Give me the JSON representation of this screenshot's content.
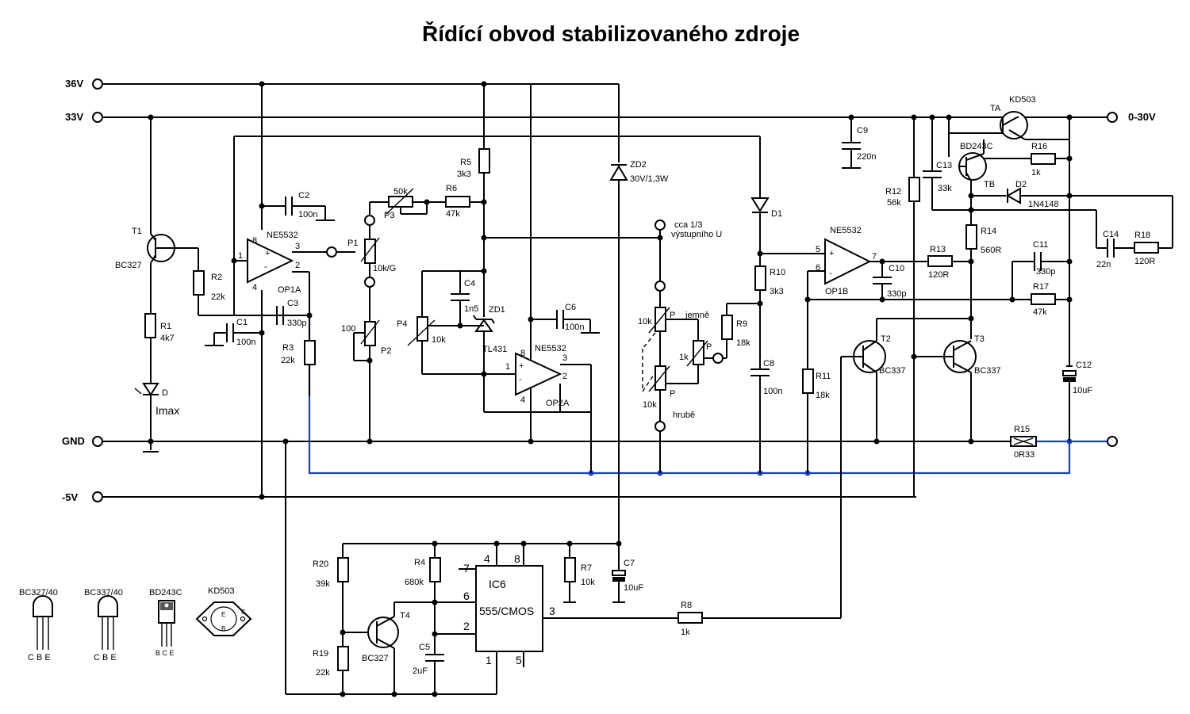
{
  "title": "Řídící obvod stabilizovaného zdroje",
  "rails": {
    "v36": "36V",
    "v33": "33V",
    "gnd": "GND",
    "v_neg5": "-5V",
    "out": "0-30V"
  },
  "note": {
    "line1": "cca 1/3",
    "line2": "výstupního U"
  },
  "pot_labels": {
    "fine": "jemně",
    "coarse": "hrubě",
    "wiper": "P"
  },
  "parts": {
    "T1": {
      "ref": "T1",
      "val": "BC327"
    },
    "D": {
      "ref": "D",
      "val": "Imax"
    },
    "R1": {
      "ref": "R1",
      "val": "4k7"
    },
    "R2": {
      "ref": "R2",
      "val": "22k"
    },
    "R3": {
      "ref": "R3",
      "val": "22k"
    },
    "C1": {
      "ref": "C1",
      "val": "100n"
    },
    "C2": {
      "ref": "C2",
      "val": "100n"
    },
    "C3": {
      "ref": "C3",
      "val": "330p"
    },
    "OP1A": {
      "ref": "OP1A",
      "val": "NE5532"
    },
    "P1": {
      "ref": "P1",
      "val": "10k/G"
    },
    "P2": {
      "ref": "P2",
      "val": "100"
    },
    "P3": {
      "ref": "P3",
      "val": "50k"
    },
    "R5": {
      "ref": "R5",
      "val": "3k3"
    },
    "R6": {
      "ref": "R6",
      "val": "47k"
    },
    "C4": {
      "ref": "C4",
      "val": "1n5"
    },
    "ZD1": {
      "ref": "ZD1",
      "val": "TL431"
    },
    "P4": {
      "ref": "P4",
      "val": "10k"
    },
    "C6": {
      "ref": "C6",
      "val": "100n"
    },
    "OP2A": {
      "ref": "OP2A",
      "val": "NE5532"
    },
    "ZD2": {
      "ref": "ZD2",
      "val": "30V/1,3W"
    },
    "Pfine": {
      "ref": "P",
      "val": "1k"
    },
    "Pcoarse_top": {
      "ref": "P",
      "val": "10k"
    },
    "Pcoarse_bot": {
      "ref": "P",
      "val": "10k"
    },
    "R9": {
      "ref": "R9",
      "val": "18k"
    },
    "D1": {
      "ref": "D1",
      "val": ""
    },
    "R10": {
      "ref": "R10",
      "val": "3k3"
    },
    "C8": {
      "ref": "C8",
      "val": "100n"
    },
    "R11": {
      "ref": "R11",
      "val": "18k"
    },
    "OP1B": {
      "ref": "OP1B",
      "val": "NE5532"
    },
    "C10": {
      "ref": "C10",
      "val": "330p"
    },
    "C9": {
      "ref": "C9",
      "val": "220n"
    },
    "R12": {
      "ref": "R12",
      "val": "56k"
    },
    "C13": {
      "ref": "C13",
      "val": "33k"
    },
    "R13": {
      "ref": "R13",
      "val": "120R"
    },
    "R14": {
      "ref": "R14",
      "val": "560R"
    },
    "T2": {
      "ref": "T2",
      "val": "BC337"
    },
    "T3": {
      "ref": "T3",
      "val": "BC337"
    },
    "TA": {
      "ref": "TA",
      "val": "KD503"
    },
    "TB": {
      "ref": "TB",
      "val": "BD243C"
    },
    "R16": {
      "ref": "R16",
      "val": "1k"
    },
    "D2": {
      "ref": "D2",
      "val": "1N4148"
    },
    "C11": {
      "ref": "C11",
      "val": "330p"
    },
    "R17": {
      "ref": "R17",
      "val": "47k"
    },
    "C12": {
      "ref": "C12",
      "val": "10uF"
    },
    "R15": {
      "ref": "R15",
      "val": "0R33"
    },
    "C14": {
      "ref": "C14",
      "val": "22n"
    },
    "R18": {
      "ref": "R18",
      "val": "120R"
    },
    "R20": {
      "ref": "R20",
      "val": "39k"
    },
    "R19": {
      "ref": "R19",
      "val": "22k"
    },
    "T4": {
      "ref": "T4",
      "val": "BC327"
    },
    "R4": {
      "ref": "R4",
      "val": "680k"
    },
    "C5": {
      "ref": "C5",
      "val": "2uF"
    },
    "IC6": {
      "ref": "IC6",
      "val": "555/CMOS"
    },
    "R7": {
      "ref": "R7",
      "val": "10k"
    },
    "C7": {
      "ref": "C7",
      "val": "10uF"
    },
    "R8": {
      "ref": "R8",
      "val": "1k"
    }
  },
  "pins": {
    "op1a": [
      "1",
      "2",
      "3",
      "4",
      "8"
    ],
    "op2a": [
      "1",
      "2",
      "3",
      "4",
      "8"
    ],
    "op1b": [
      "5",
      "6",
      "7"
    ],
    "ic6": [
      "4",
      "8",
      "7",
      "6",
      "2",
      "3",
      "1",
      "5"
    ]
  },
  "packages": [
    {
      "name": "BC327/40",
      "pins": "C B E"
    },
    {
      "name": "BC337/40",
      "pins": "C B E"
    },
    {
      "name": "BD243C",
      "pins": "B C E"
    },
    {
      "name": "KD503",
      "pins": ""
    }
  ],
  "package_marks": {
    "e": "E",
    "b": "B",
    "c": "C"
  },
  "colors": {
    "wire": "#000000",
    "sense_net": "#1a3fc4"
  }
}
